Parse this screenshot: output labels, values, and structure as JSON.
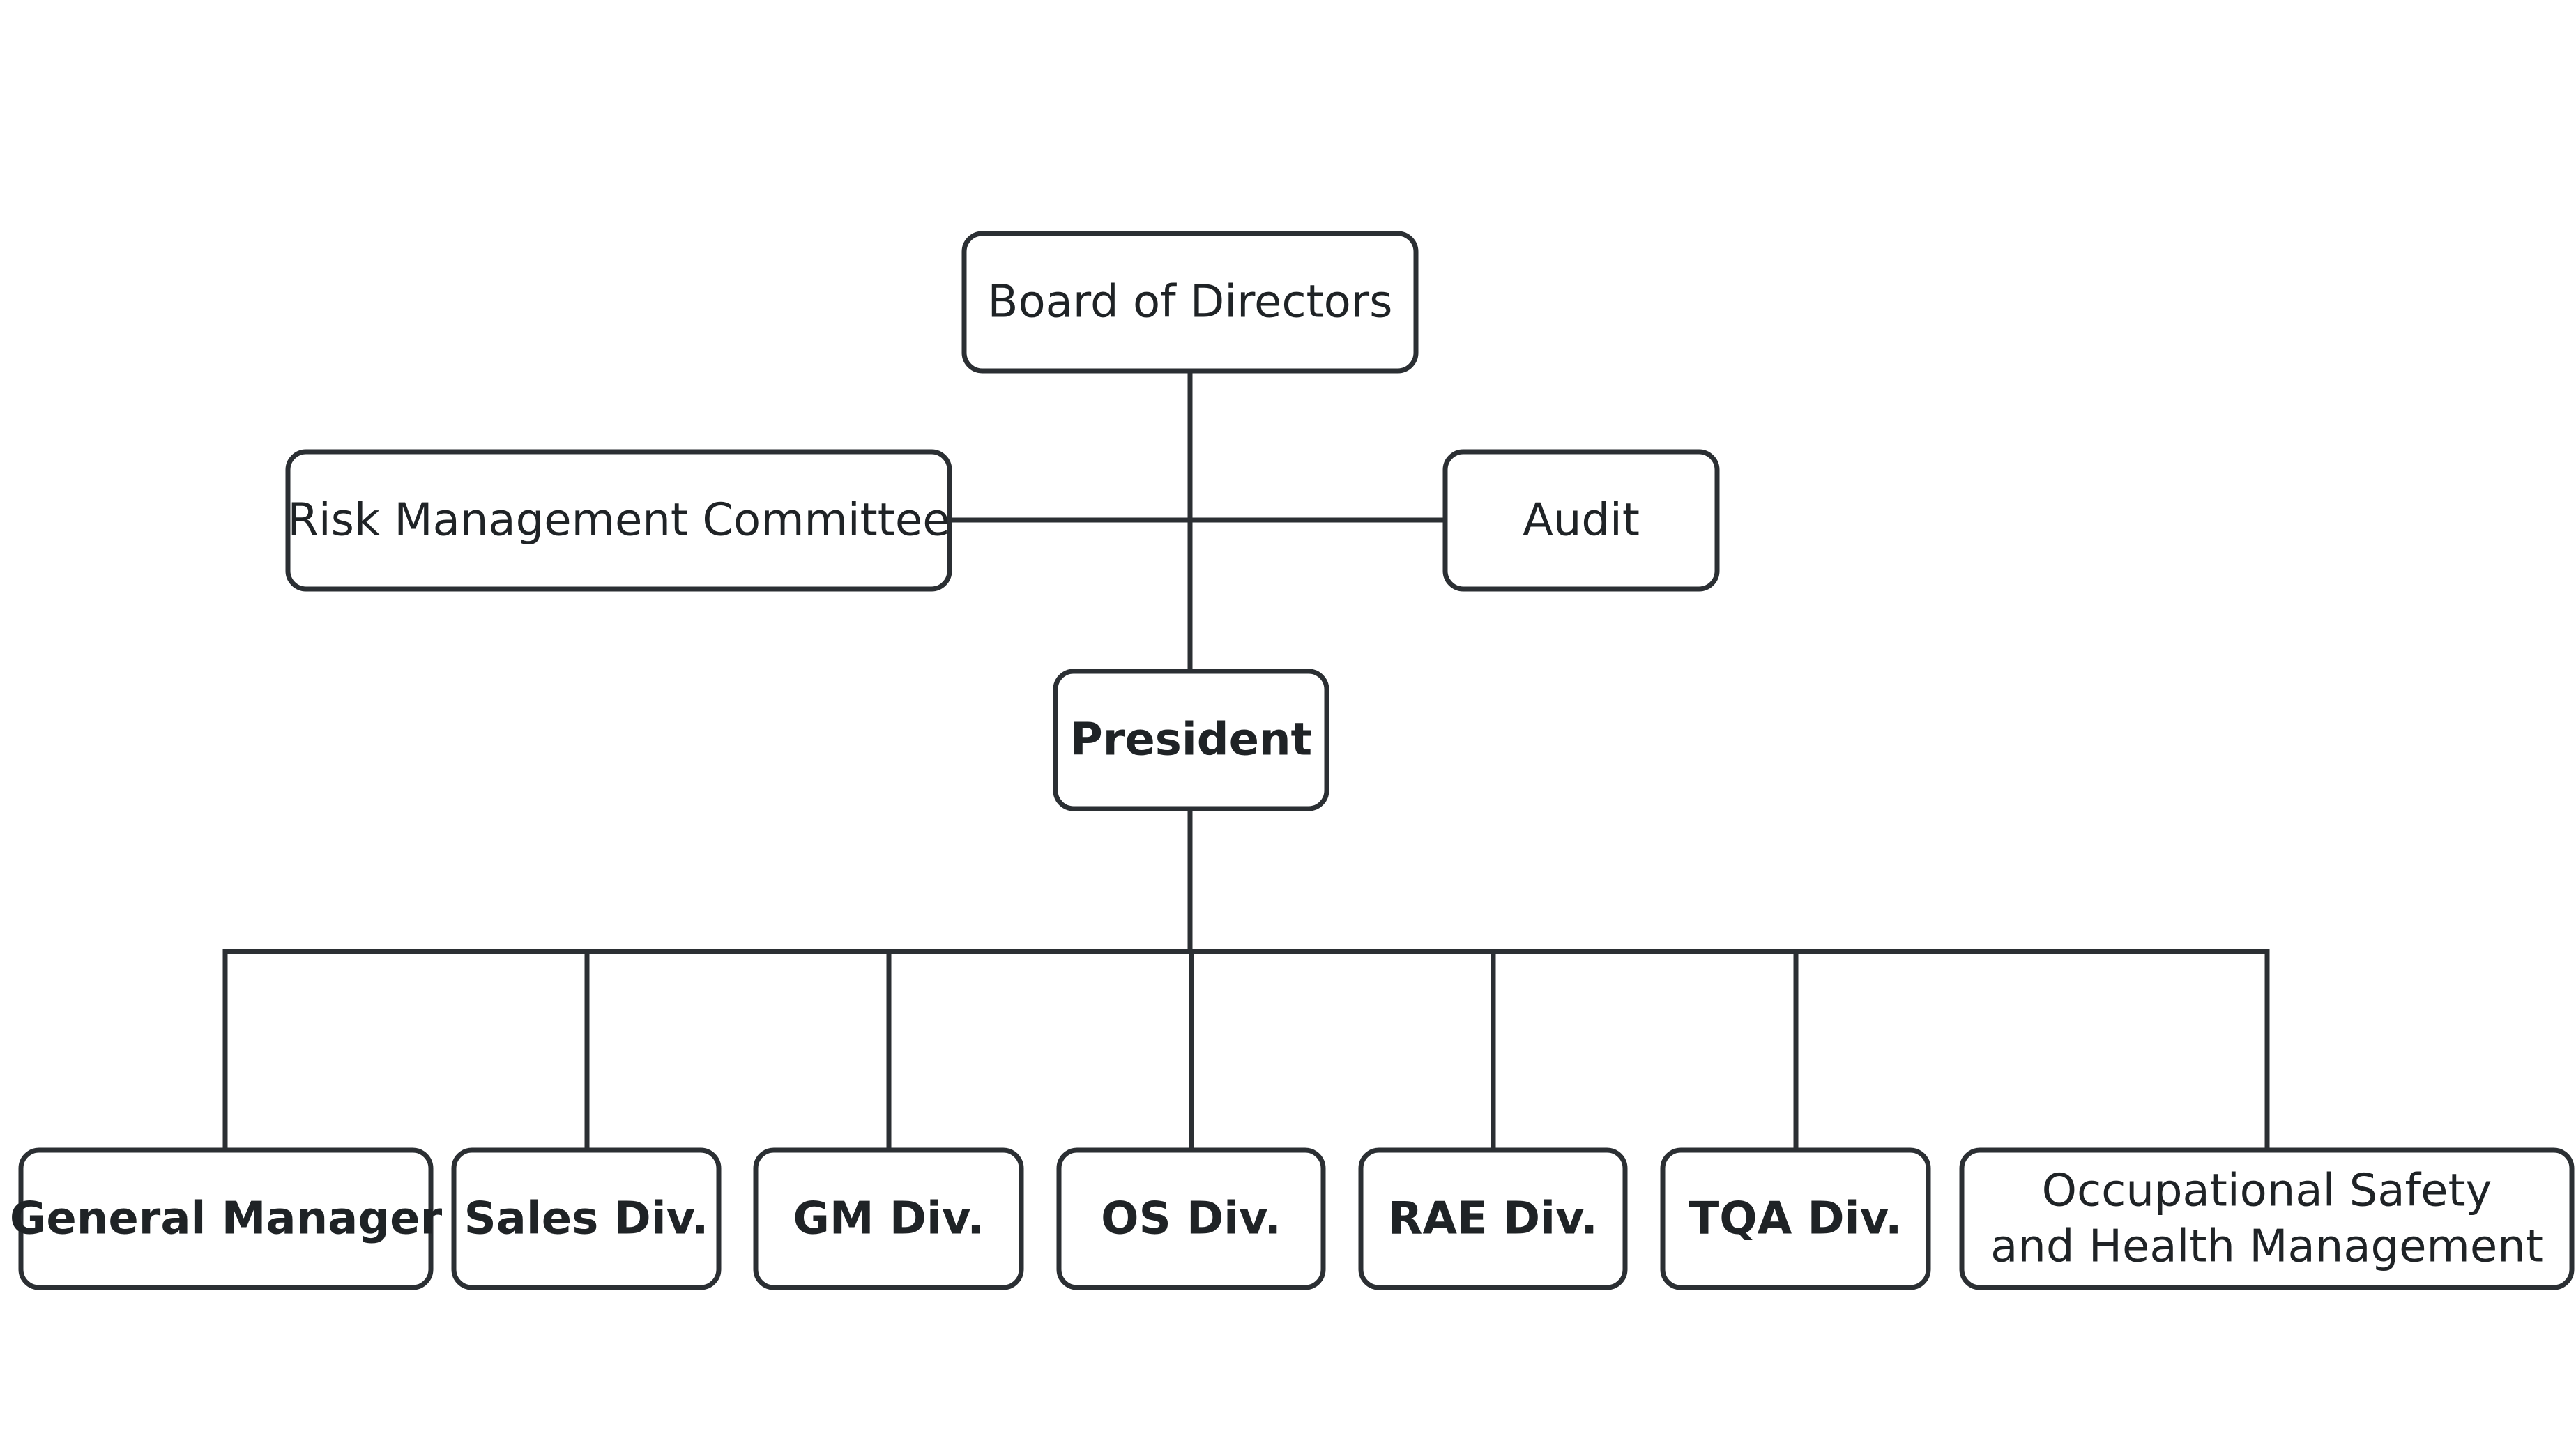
{
  "org_chart": {
    "nodes": [
      {
        "id": "board",
        "name": "board-of-directors-box",
        "lines": [
          "Board of Directors"
        ],
        "bold": false
      },
      {
        "id": "risk",
        "name": "risk-management-committee-box",
        "lines": [
          "Risk Management Committee"
        ],
        "bold": false
      },
      {
        "id": "audit",
        "name": "audit-box",
        "lines": [
          "Audit"
        ],
        "bold": false
      },
      {
        "id": "president",
        "name": "president-box",
        "lines": [
          "President"
        ],
        "bold": true
      },
      {
        "id": "gm",
        "name": "general-manager-box",
        "lines": [
          "General Manager"
        ],
        "bold": true
      },
      {
        "id": "sales",
        "name": "sales-div-box",
        "lines": [
          "Sales Div."
        ],
        "bold": true
      },
      {
        "id": "gmdiv",
        "name": "gm-div-box",
        "lines": [
          "GM Div."
        ],
        "bold": true
      },
      {
        "id": "osdiv",
        "name": "os-div-box",
        "lines": [
          "OS Div."
        ],
        "bold": true
      },
      {
        "id": "raediv",
        "name": "rae-div-box",
        "lines": [
          "RAE Div."
        ],
        "bold": true
      },
      {
        "id": "tqadiv",
        "name": "tqa-div-box",
        "lines": [
          "TQA Div."
        ],
        "bold": true
      },
      {
        "id": "oshm",
        "name": "occupational-safety-health-box",
        "lines": [
          "Occupational Safety",
          "and Health Management"
        ],
        "bold": false
      }
    ],
    "edges": [
      [
        "board",
        "president"
      ],
      [
        "board",
        "risk"
      ],
      [
        "board",
        "audit"
      ],
      [
        "president",
        "gm"
      ],
      [
        "president",
        "sales"
      ],
      [
        "president",
        "gmdiv"
      ],
      [
        "president",
        "osdiv"
      ],
      [
        "president",
        "raediv"
      ],
      [
        "president",
        "tqadiv"
      ],
      [
        "president",
        "oshm"
      ]
    ]
  }
}
